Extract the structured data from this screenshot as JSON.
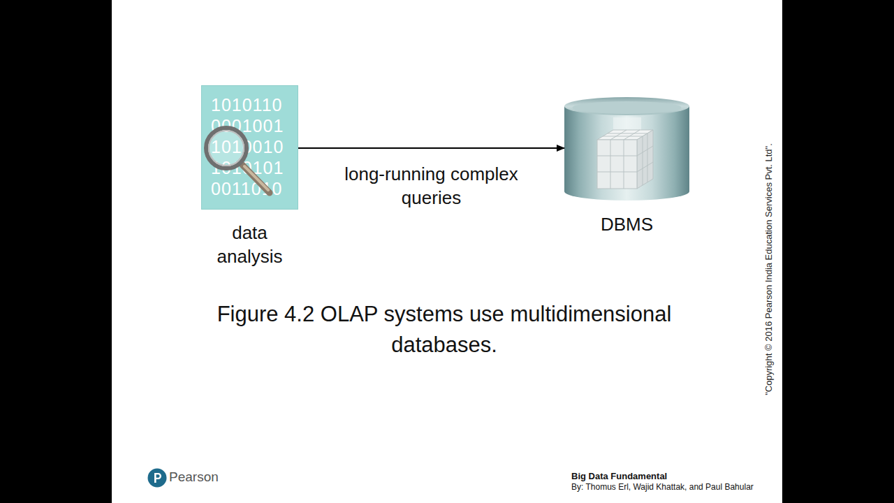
{
  "diagram": {
    "caption": "Figure 4.2  OLAP systems use multidimensional databases.",
    "nodes": [
      {
        "text": [
          "data analysis"
        ]
      },
      {
        "text": [
          "DBMS"
        ]
      }
    ],
    "edges": [
      {
        "from": 0,
        "to": 1,
        "arrow": "to",
        "label": "long-running complex queries"
      }
    ],
    "labels": [
      "1010110",
      "0001001",
      "1010010",
      "1010101",
      "0011010",
      "\"Copyright © 2016 Pearson India Education Services Pvt. Ltd\".",
      "Pearson",
      "Big Data Fundamental",
      "By: Thomus Erl, Wajid Khattak, and Paul Bahular"
    ]
  }
}
